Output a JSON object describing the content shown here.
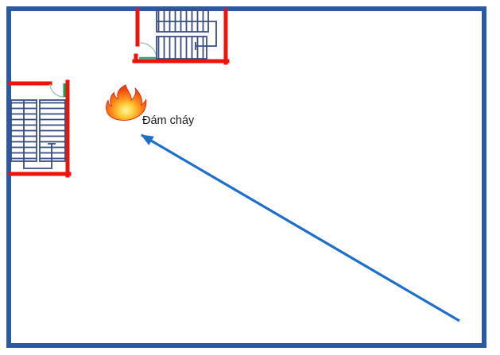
{
  "diagram": {
    "type": "fire-evacuation-floor-plan",
    "fire_label": "Đám cháy",
    "icons": {
      "fire": "flame-icon",
      "staircase_top": "staircase-symbol",
      "staircase_left": "staircase-symbol",
      "route": "evacuation-route-arrow"
    },
    "colors": {
      "page_border": "#2b5b9e",
      "wall_red": "#ee1309",
      "stair_navy": "#3a4e80",
      "door_green": "#00a651",
      "door_teal": "#2fa883",
      "door_arc": "#a8c6bb",
      "arrow_blue": "#1e6fc8",
      "flame_outer": "#e8440e",
      "flame_mid": "#ff8318",
      "flame_core": "#ffd23f",
      "label_text": "#1a1a1a",
      "background": "#ffffff"
    }
  }
}
